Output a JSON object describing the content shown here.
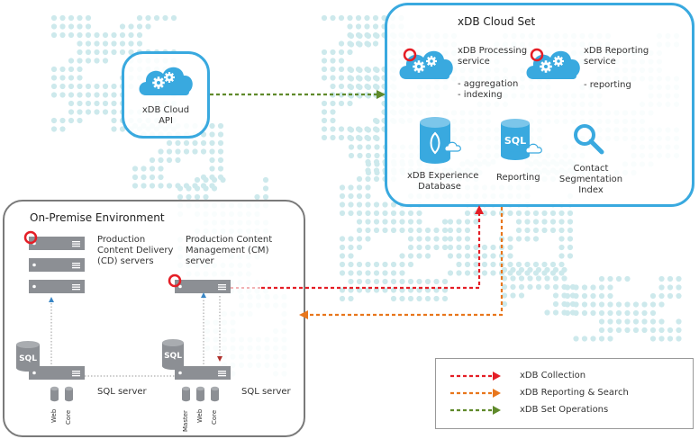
{
  "cloud_set": {
    "title": "xDB Cloud Set",
    "processing": {
      "name": "xDB Processing\nservice",
      "tasks": "- aggregation\n- indexing"
    },
    "reporting_service": {
      "name": "xDB Reporting\nservice",
      "tasks": "- reporting"
    },
    "experience_db": "xDB Experience\nDatabase",
    "reporting": "Reporting",
    "segmentation": "Contact\nSegmentation\nIndex",
    "sql_icon_text": "SQL"
  },
  "cloud_api": {
    "label": "xDB Cloud\nAPI"
  },
  "on_premise": {
    "title": "On-Premise Environment",
    "cd_label": "Production\nContent Delivery\n(CD) servers",
    "cm_label": "Production Content\nManagement (CM)\nserver",
    "sql_left_label": "SQL server",
    "sql_right_label": "SQL server",
    "sql_icon_text": "SQL",
    "left_dbs": [
      "Web",
      "Core"
    ],
    "right_dbs": [
      "Master",
      "Web",
      "Core"
    ]
  },
  "legend": {
    "items": [
      {
        "label": "xDB Collection",
        "color": "#e41e26"
      },
      {
        "label": "xDB Reporting & Search",
        "color": "#e8761c"
      },
      {
        "label": "xDB Set Operations",
        "color": "#5f8a2b"
      }
    ]
  },
  "colors": {
    "accent": "#39a9df",
    "map_dot": "#cde9ec",
    "server": "#8c8f94"
  }
}
